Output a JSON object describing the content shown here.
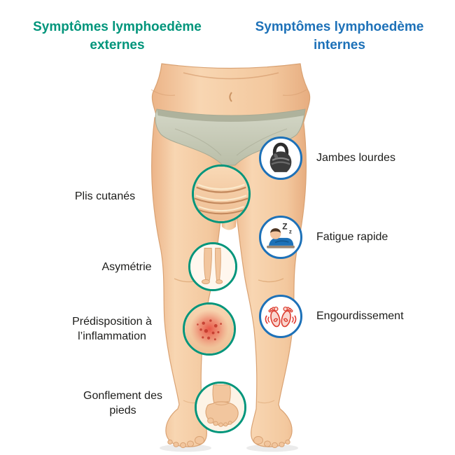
{
  "headers": {
    "external": "Symptômes lymphoedème externes",
    "internal": "Symptômes lymphoedème internes"
  },
  "external": {
    "items": [
      {
        "label": "Plis cutanés",
        "marker": "skin-folds"
      },
      {
        "label": "Asymétrie",
        "marker": "asymmetry"
      },
      {
        "label": "Prédisposition à l’inflammation",
        "marker": "inflammation"
      },
      {
        "label": "Gonflement des pieds",
        "marker": "foot-swelling"
      }
    ]
  },
  "internal": {
    "items": [
      {
        "label": "Jambes lourdes",
        "icon": "kettlebell-icon"
      },
      {
        "label": "Fatigue rapide",
        "icon": "sleeping-person-icon"
      },
      {
        "label": "Engourdissement",
        "icon": "numb-feet-icon"
      }
    ]
  },
  "colors": {
    "external_accent": "#00957b",
    "internal_accent": "#1d71b8",
    "text": "#1d1d1b"
  }
}
